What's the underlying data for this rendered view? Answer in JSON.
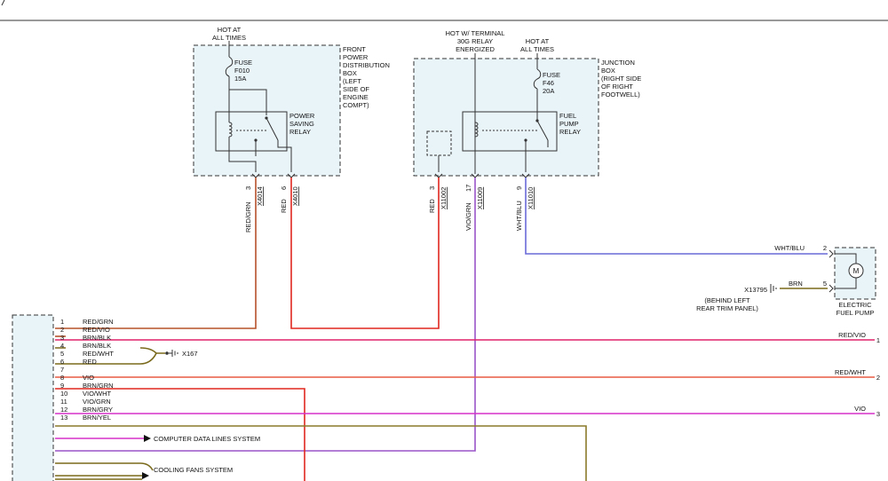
{
  "colors": {
    "red_grn": "#b5522a",
    "red": "#e0281f",
    "vio_grn": "#9a55c8",
    "wht_blu": "#6a6ad8",
    "red_vio": "#e0246a",
    "red_wht": "#e85a44",
    "vio": "#d630c8",
    "brn_grn": "#8a7a2a",
    "brn": "#7a6a1c"
  },
  "front_box": {
    "hot_label": [
      "HOT AT",
      "ALL TIMES"
    ],
    "fuse_label": [
      "FUSE",
      "F010",
      "15A"
    ],
    "relay_label": [
      "POWER",
      "SAVING",
      "RELAY"
    ],
    "box_label": [
      "FRONT",
      "POWER",
      "DISTRIBUTION",
      "BOX",
      "(LEFT",
      "SIDE OF",
      "ENGINE",
      "COMPT)"
    ]
  },
  "junction_box": {
    "hot_terminal_label": [
      "HOT W/ TERMINAL",
      "30G RELAY",
      "ENERGIZED"
    ],
    "hot_label": [
      "HOT AT",
      "ALL TIMES"
    ],
    "fuse_label": [
      "FUSE",
      "F46",
      "20A"
    ],
    "relay_label": [
      "FUEL",
      "PUMP",
      "RELAY"
    ],
    "box_label": [
      "JUNCTION",
      "BOX",
      "(RIGHT SIDE",
      "OF RIGHT",
      "FOOTWELL)"
    ]
  },
  "vertical_wires": [
    {
      "pin": "3",
      "connector": "X4014",
      "color_code": "RED/GRN"
    },
    {
      "pin": "6",
      "connector": "X4010",
      "color_code": "RED"
    },
    {
      "pin": "3",
      "connector": "X11002",
      "color_code": "RED"
    },
    {
      "pin": "17",
      "connector": "X11009",
      "color_code": "VIO/GRN"
    },
    {
      "pin": "9",
      "connector": "X11010",
      "color_code": "WHT/BLU"
    }
  ],
  "fuel_pump": {
    "wire_in": "WHT/BLU",
    "pin_in": "2",
    "motor": "M",
    "ground_wire": "BRN",
    "pin_ground": "5",
    "ground_id": "X13795",
    "ground_location": [
      "(BEHIND LEFT",
      "REAR TRIM PANEL)"
    ],
    "label": [
      "ELECTRIC",
      "FUEL PUMP"
    ]
  },
  "left_connector": {
    "rows": [
      {
        "pin": "1",
        "wire": "RED/GRN"
      },
      {
        "pin": "2",
        "wire": "RED/VIO"
      },
      {
        "pin": "3",
        "wire": "BRN/BLK"
      },
      {
        "pin": "4",
        "wire": "BRN/BLK"
      },
      {
        "pin": "5",
        "wire": "RED/WHT"
      },
      {
        "pin": "6",
        "wire": "RED"
      },
      {
        "pin": "7",
        "wire": ""
      },
      {
        "pin": "8",
        "wire": "VIO"
      },
      {
        "pin": "9",
        "wire": "BRN/GRN"
      },
      {
        "pin": "10",
        "wire": "VIO/WHT"
      },
      {
        "pin": "11",
        "wire": "VIO/GRN"
      },
      {
        "pin": "12",
        "wire": "BRN/GRY"
      },
      {
        "pin": "13",
        "wire": "BRN/YEL"
      }
    ],
    "ground_id": "X167",
    "computer_data_label": "COMPUTER DATA LINES SYSTEM",
    "cooling_fans_label": "COOLING FANS SYSTEM"
  },
  "right_outputs": [
    {
      "wire": "RED/VIO",
      "ref": "1"
    },
    {
      "wire": "RED/WHT",
      "ref": "2"
    },
    {
      "wire": "VIO",
      "ref": "3"
    }
  ]
}
